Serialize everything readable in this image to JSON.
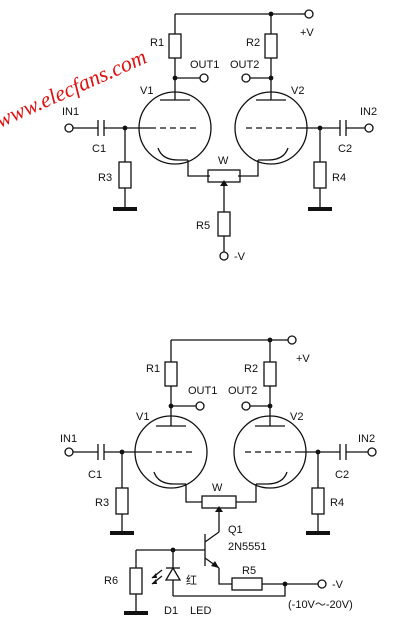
{
  "watermark": "www.elecfans.com",
  "top": {
    "labels": {
      "r1": "R1",
      "r2": "R2",
      "vplus": "+V",
      "out1": "OUT1",
      "out2": "OUT2",
      "v1": "V1",
      "v2": "V2",
      "in1": "IN1",
      "in2": "IN2",
      "c1": "C1",
      "c2": "C2",
      "r3": "R3",
      "r4": "R4",
      "w": "W",
      "r5": "R5",
      "vminus": "-V"
    }
  },
  "bottom": {
    "labels": {
      "r1": "R1",
      "r2": "R2",
      "vplus": "+V",
      "out1": "OUT1",
      "out2": "OUT2",
      "v1": "V1",
      "v2": "V2",
      "in1": "IN1",
      "in2": "IN2",
      "c1": "C1",
      "c2": "C2",
      "r3": "R3",
      "r4": "R4",
      "w": "W",
      "q1": "Q1",
      "q1_part": "2N5551",
      "r5": "R5",
      "r6": "R6",
      "vminus": "-V",
      "led_color": "红",
      "d1": "D1",
      "led": "LED",
      "range": "(-10V～-20V)"
    }
  }
}
